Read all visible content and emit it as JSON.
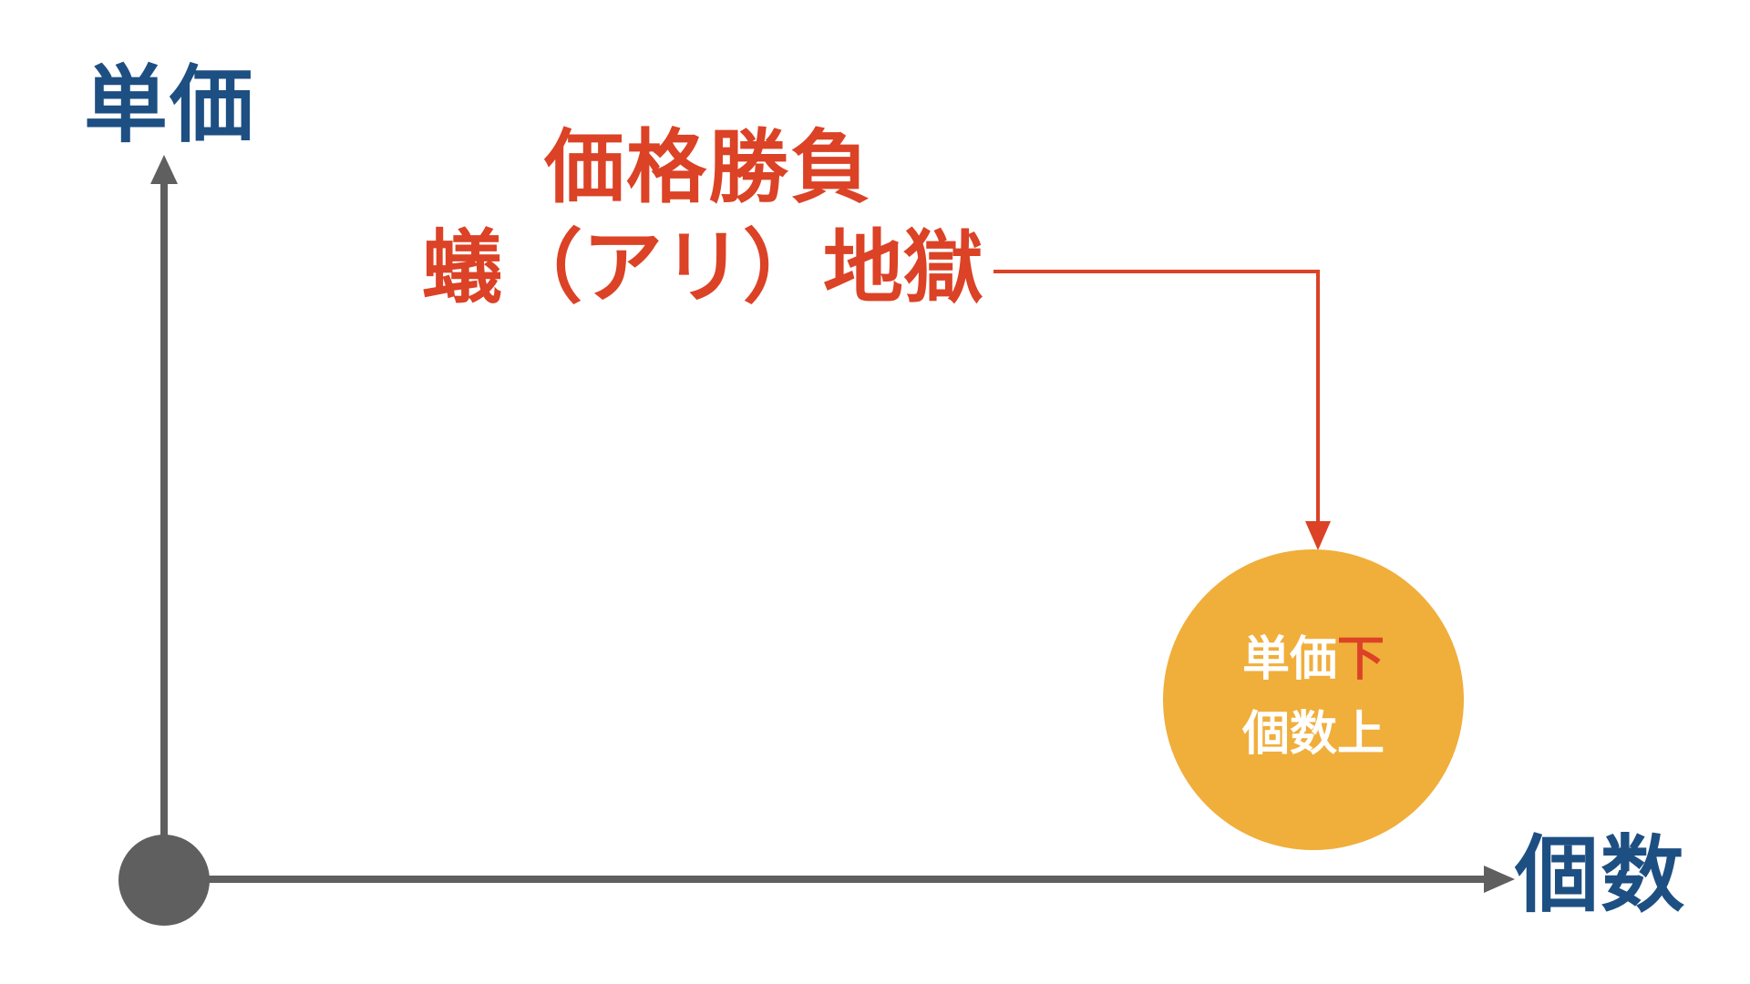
{
  "y_axis": {
    "label": "単価"
  },
  "x_axis": {
    "label": "個数"
  },
  "headline": {
    "line1": "価格勝負",
    "line2": "蟻（アリ）地獄"
  },
  "bubble": {
    "line1_prefix": "単価",
    "line1_emphasis": "下",
    "line2": "個数上"
  },
  "colors": {
    "axis": "#5f5f5f",
    "axis_label": "#1d4f82",
    "headline": "#db4226",
    "connector": "#db4226",
    "bubble_fill": "#f0ae3b",
    "bubble_text": "#ffffff",
    "bubble_emphasis": "#db4226"
  }
}
